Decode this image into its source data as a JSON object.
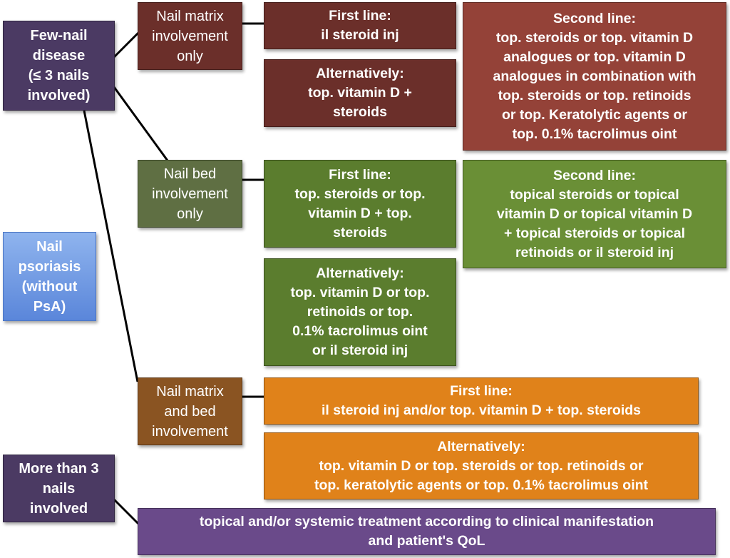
{
  "root": {
    "lines": [
      "Nail",
      "psoriasis",
      "(without",
      "PsA)"
    ],
    "color": "#7aa0e6"
  },
  "few_nail": {
    "lines": [
      "Few-nail",
      "disease",
      "(≤ 3 nails",
      "involved)"
    ]
  },
  "more_than_3": {
    "lines": [
      "More than 3",
      "nails",
      "involved"
    ]
  },
  "matrix": {
    "label_lines": [
      "Nail matrix",
      "involvement",
      "only"
    ],
    "first_title": "First line:",
    "first_lines": [
      "il steroid inj"
    ],
    "alt_title": "Alternatively:",
    "alt_lines": [
      "top. vitamin D +",
      "steroids"
    ],
    "second_title": "Second line:",
    "second_lines": [
      "top. steroids or top. vitamin D",
      "analogues or top. vitamin D",
      "analogues in combination with",
      "top. steroids or top. retinoids",
      "or top. Keratolytic agents or",
      "top. 0.1% tacrolimus oint"
    ]
  },
  "bed": {
    "label_lines": [
      "Nail bed",
      "involvement",
      "only"
    ],
    "first_title": "First line:",
    "first_lines": [
      "top. steroids or top.",
      "vitamin D + top.",
      "steroids"
    ],
    "alt_title": "Alternatively:",
    "alt_lines": [
      "top. vitamin D or top.",
      "retinoids or top.",
      "0.1% tacrolimus oint",
      "or il steroid inj"
    ],
    "second_title": "Second line:",
    "second_lines": [
      "topical steroids or topical",
      "vitamin D or topical vitamin D",
      "+ topical steroids or topical",
      "retinoids or il steroid inj"
    ]
  },
  "matrix_bed": {
    "label_lines": [
      "Nail matrix",
      "and bed",
      "involvement"
    ],
    "first_title": "First line:",
    "first_lines": [
      "il steroid inj and/or top. vitamin D + top. steroids"
    ],
    "alt_title": "Alternatively:",
    "alt_lines": [
      "top. vitamin D or top. steroids or top. retinoids or",
      "top. keratolytic agents or top. 0.1% tacrolimus oint"
    ]
  },
  "systemic": {
    "lines": [
      "topical and/or systemic treatment according to clinical manifestation",
      "and patient's QoL"
    ]
  }
}
